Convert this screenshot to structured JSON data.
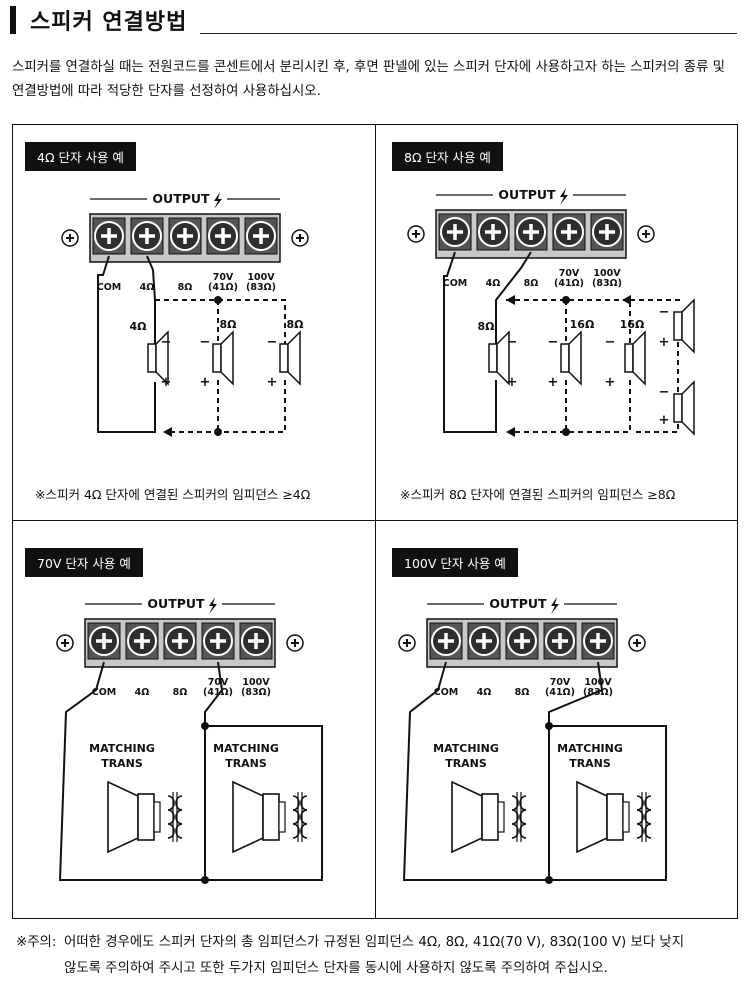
{
  "title": "스피커 연결방법",
  "intro": "스피커를 연결하실 때는 전원코드를 콘센트에서 분리시킨 후, 후면 판넬에 있는 스피커 단자에 사용하고자 하는 스피커의 종류 및 연결방법에 따라 적당한 단자를 선정하여 사용하십시오.",
  "panel_labels": {
    "output": "OUTPUT",
    "terminals": [
      "COM",
      "4Ω",
      "8Ω",
      "70V",
      "100V"
    ],
    "terminal_sub": [
      "",
      "",
      "",
      "(41Ω)",
      "(83Ω)"
    ]
  },
  "panels": [
    {
      "tag": "4Ω 단자 사용 예",
      "speakers": [
        "4Ω",
        "8Ω",
        "8Ω"
      ],
      "caption": "※스피커 4Ω 단자에 연결된 스피커의 임피던스 ≥4Ω"
    },
    {
      "tag": "8Ω 단자 사용 예",
      "speakers": [
        "8Ω",
        "16Ω",
        "16Ω"
      ],
      "caption": "※스피커 8Ω 단자에 연결된 스피커의 임피던스 ≥8Ω"
    },
    {
      "tag": "70V 단자 사용 예",
      "trans": [
        "MATCHING",
        "TRANS"
      ]
    },
    {
      "tag": "100V 단자 사용 예",
      "trans": [
        "MATCHING",
        "TRANS"
      ]
    }
  ],
  "polarity": {
    "minus": "−",
    "plus": "+"
  },
  "note": {
    "prefix": "※주의:",
    "line1": "어떠한 경우에도 스피커 단자의 총 임피던스가 규정된 임피던스 4Ω, 8Ω, 41Ω(70 V), 83Ω(100 V) 보다 낮지",
    "line2": "않도록 주의하여 주시고 또한 두가지 임피던스 단자를 동시에 사용하지 않도록 주의하여 주십시오."
  },
  "colors": {
    "ink": "#111111",
    "terminal_block": "#c8c8c8",
    "screw": "#2e2e2e"
  },
  "icons": [
    "lightning-icon",
    "plus-icon",
    "screw-terminal-icon",
    "speaker-icon",
    "transformer-icon"
  ]
}
